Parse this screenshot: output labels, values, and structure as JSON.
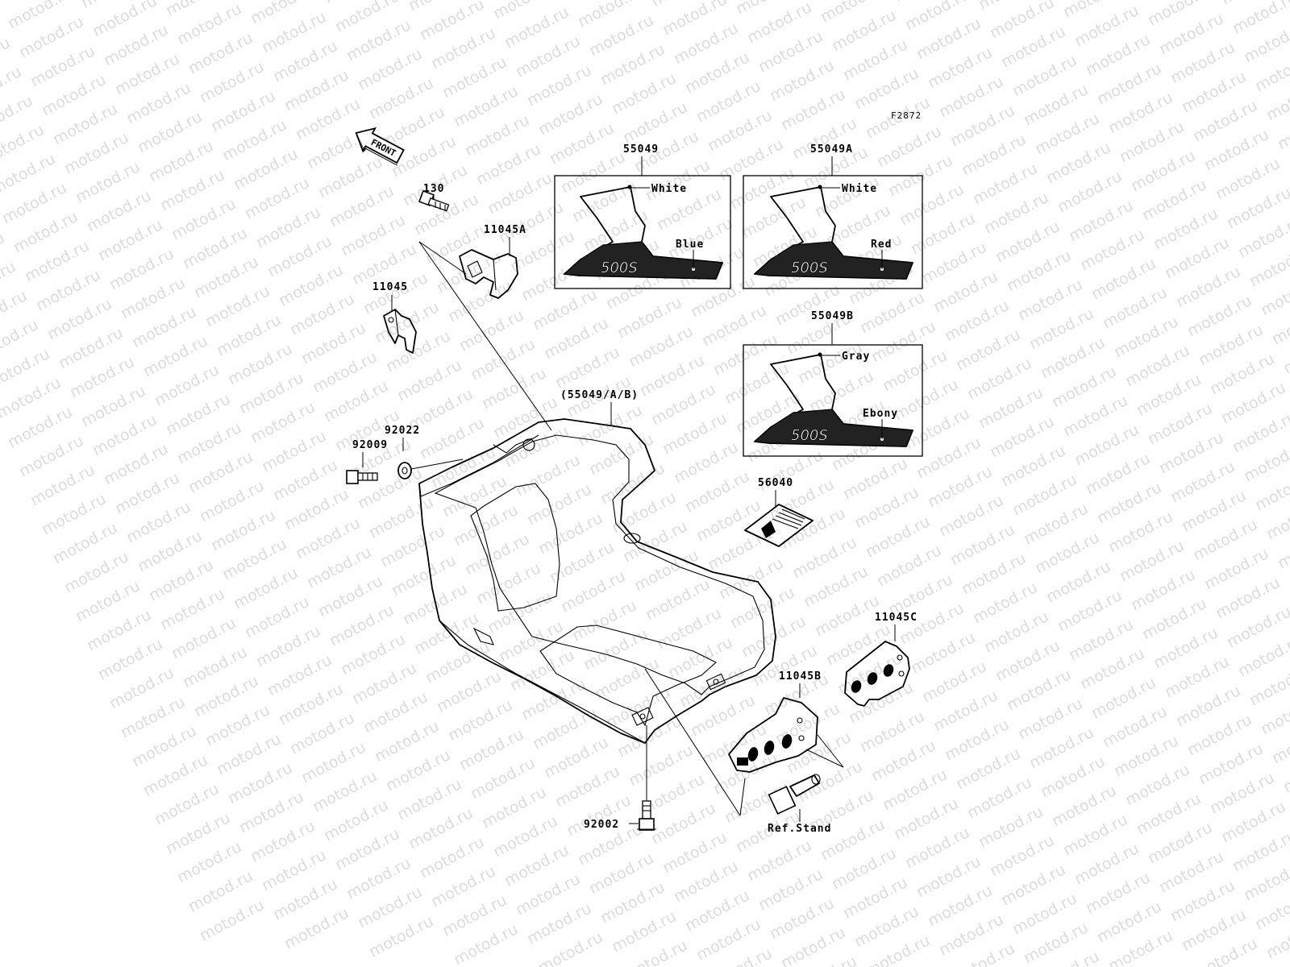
{
  "watermark": "motod.ru",
  "figure_id": "F2872",
  "front_arrow": {
    "label": "FRONT",
    "icon": "front-arrow-icon"
  },
  "callouts": {
    "p130": "130",
    "p11045A": "11045A",
    "p11045": "11045",
    "p55049": "55049",
    "p55049A": "55049A",
    "p55049B": "55049B",
    "pCover": "(55049/A/B)",
    "p92022": "92022",
    "p92009": "92009",
    "p56040": "56040",
    "p11045C": "11045C",
    "p11045B": "11045B",
    "p92002": "92002",
    "refStand": "Ref.Stand"
  },
  "decals": [
    {
      "part": "55049",
      "upper_color": "White",
      "lower_color": "Blue",
      "model_text": "500S"
    },
    {
      "part": "55049A",
      "upper_color": "White",
      "lower_color": "Red",
      "model_text": "500S"
    },
    {
      "part": "55049B",
      "upper_color": "Gray",
      "lower_color": "Ebony",
      "model_text": "500S"
    }
  ]
}
